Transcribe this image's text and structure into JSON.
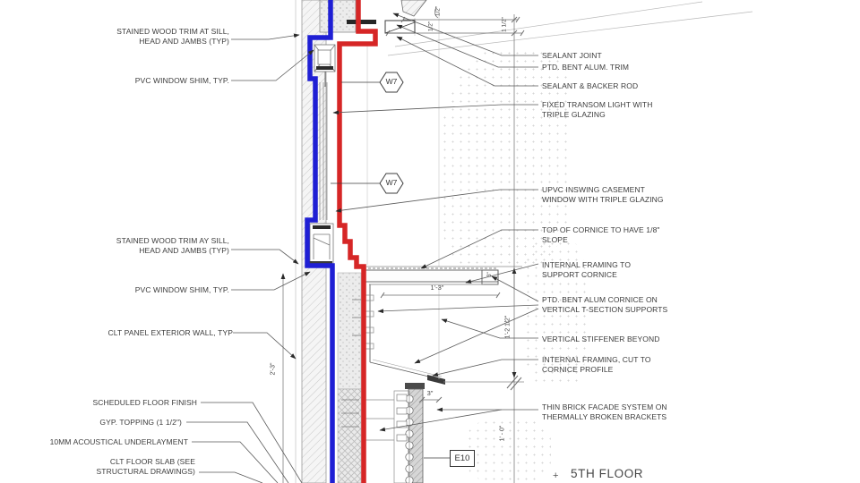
{
  "drawing": {
    "level_label": "5TH FLOOR",
    "level_marker": "+",
    "window_tag": "W7",
    "element_tag": "E10",
    "colors": {
      "air_barrier_blue": "#1f1fd4",
      "water_barrier_red": "#d62626"
    },
    "left_labels": [
      {
        "text": "STAINED WOOD TRIM AT SILL, HEAD AND JAMBS (TYP)"
      },
      {
        "text": "PVC WINDOW SHIM, TYP."
      },
      {
        "text": "STAINED WOOD TRIM AY SILL, HEAD AND JAMBS  (TYP)"
      },
      {
        "text": "PVC WINDOW SHIM, TYP."
      },
      {
        "text": "CLT PANEL EXTERIOR WALL, TYP"
      },
      {
        "text": "SCHEDULED FLOOR FINISH"
      },
      {
        "text": "GYP. TOPPING (1 1/2\")"
      },
      {
        "text": "10MM ACOUSTICAL UNDERLAYMENT"
      },
      {
        "text": "CLT FLOOR SLAB (SEE STRUCTURAL DRAWINGS)"
      }
    ],
    "right_labels": [
      {
        "text": "SEALANT JOINT"
      },
      {
        "text": "PTD. BENT ALUM. TRIM"
      },
      {
        "text": "SEALANT & BACKER ROD"
      },
      {
        "text": "FIXED TRANSOM LIGHT WITH TRIPLE GLAZING"
      },
      {
        "text": "UPVC INSWING CASEMENT WINDOW WITH TRIPLE GLAZING"
      },
      {
        "text": "TOP OF CORNICE TO HAVE 1/8\" SLOPE"
      },
      {
        "text": "INTERNAL FRAMING TO SUPPORT CORNICE"
      },
      {
        "text": "PTD. BENT ALUM CORNICE ON VERTICAL T-SECTION SUPPORTS"
      },
      {
        "text": "VERTICAL STIFFENER BEYOND"
      },
      {
        "text": "INTERNAL FRAMING, CUT TO CORNICE PROFILE"
      },
      {
        "text": "THIN BRICK FACADE SYSTEM ON THERMALLY BROKEN BRACKETS"
      }
    ],
    "dimensions": {
      "half_inch_a": "1/2\"",
      "half_inch_b": "1/2\"",
      "one_half_inch": "1 1/2\"",
      "cornice_width": "1'-3\"",
      "cornice_height": "1'-2 1/2\"",
      "cornice_edge": "3\"",
      "bracket_offset": "3\"",
      "brick_height": "1' - 0\"",
      "wall_height": "2'-3\""
    }
  }
}
